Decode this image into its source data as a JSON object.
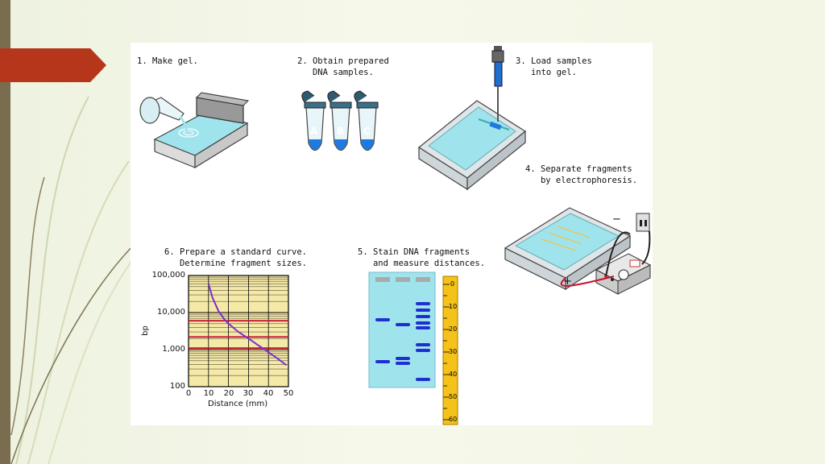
{
  "steps": {
    "s1": "1. Make gel.",
    "s2": "2. Obtain prepared\n   DNA samples.",
    "s3": "3. Load samples\n   into gel.",
    "s4": "4. Separate fragments\n   by electrophoresis.",
    "s5": "5. Stain DNA fragments\n   and measure distances.",
    "s6": "6. Prepare a standard curve.\n   Determine fragment sizes."
  },
  "tubes": [
    "A",
    "B",
    "C"
  ],
  "electrodes": {
    "negative": "−",
    "positive": "+"
  },
  "ruler_ticks": [
    "0",
    "10",
    "20",
    "30",
    "40",
    "50",
    "60"
  ],
  "chart_data": {
    "type": "line",
    "title": "",
    "xlabel": "Distance (mm)",
    "ylabel": "bp",
    "y_scale": "log",
    "xlim": [
      0,
      50
    ],
    "ylim": [
      100,
      100000
    ],
    "x_ticks": [
      "0",
      "10",
      "20",
      "30",
      "40",
      "50"
    ],
    "y_ticks": [
      "100",
      "1,000",
      "10,000",
      "100,000"
    ],
    "grid": true,
    "series": [
      {
        "x": [
          10,
          12,
          15,
          18,
          20,
          25,
          30,
          35,
          40,
          45,
          49
        ],
        "y": [
          60000,
          25000,
          11000,
          6500,
          5000,
          3000,
          2000,
          1300,
          850,
          550,
          380
        ]
      }
    ],
    "reference_lines_bp": [
      6000,
      2200,
      1100
    ]
  },
  "colors": {
    "gel": "#9fe4ec",
    "dna_band": "#1f2fd0",
    "ruler": "#f4c21a",
    "curve": "#7a2fd0",
    "ref_line": "#c8102e",
    "accent_tab": "#b5361b",
    "strip": "#7a6d4f"
  }
}
